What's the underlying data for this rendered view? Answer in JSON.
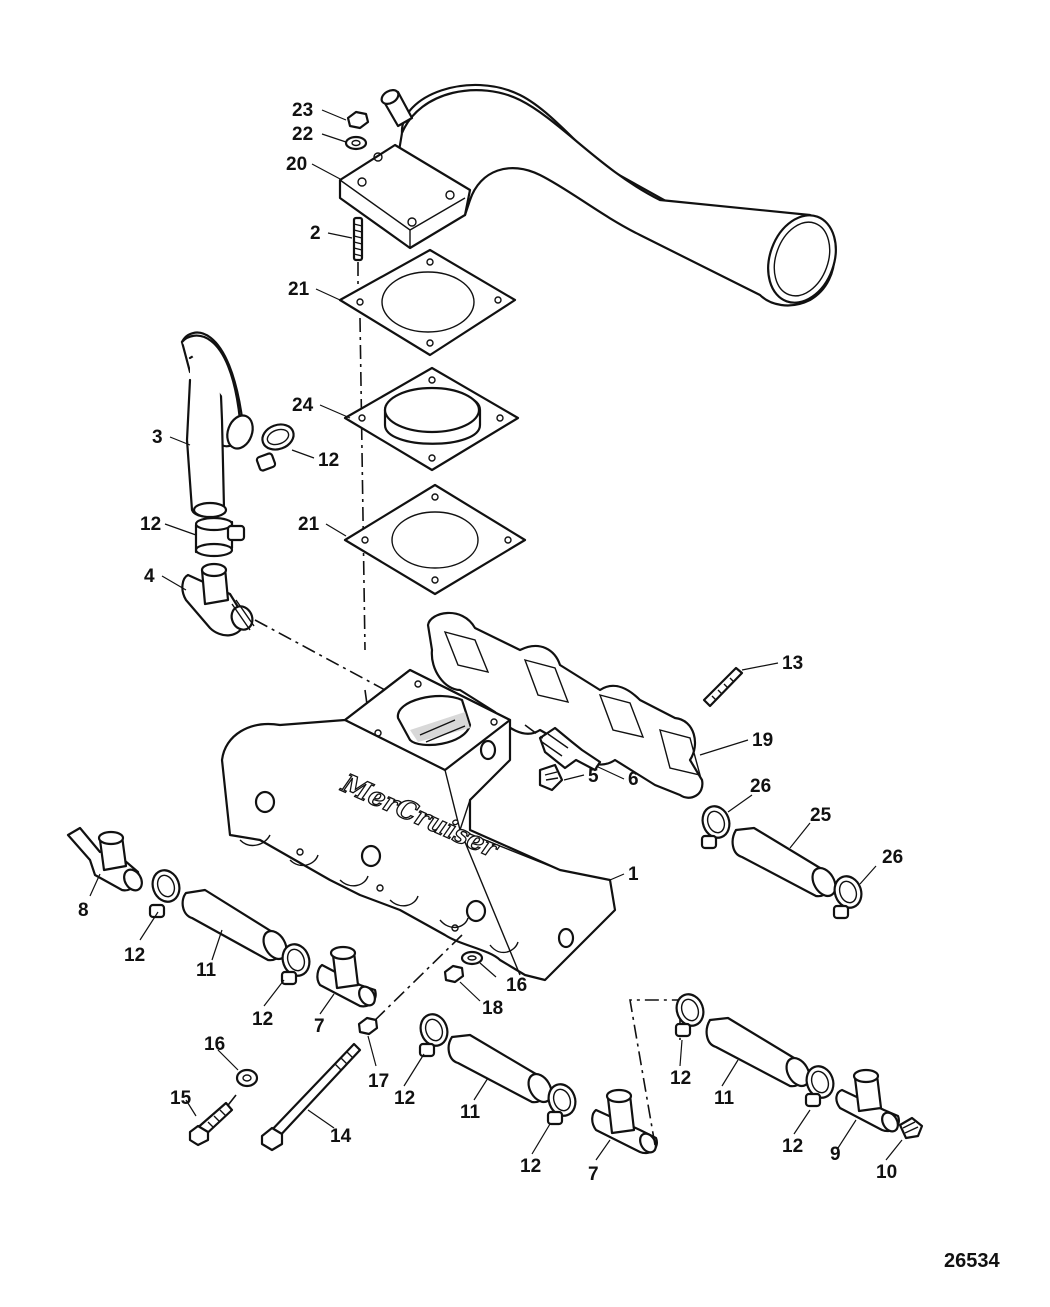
{
  "diagram": {
    "drawing_number": "26534",
    "logo_text": "MerCruiser",
    "callouts": [
      "23",
      "22",
      "20",
      "2",
      "21",
      "24",
      "3",
      "12",
      "12",
      "21",
      "4",
      "13",
      "19",
      "6",
      "5",
      "1",
      "26",
      "25",
      "26",
      "8",
      "12",
      "11",
      "12",
      "7",
      "16",
      "18",
      "12",
      "17",
      "12",
      "11",
      "12",
      "7",
      "11",
      "16",
      "15",
      "14",
      "12",
      "9",
      "10"
    ]
  }
}
